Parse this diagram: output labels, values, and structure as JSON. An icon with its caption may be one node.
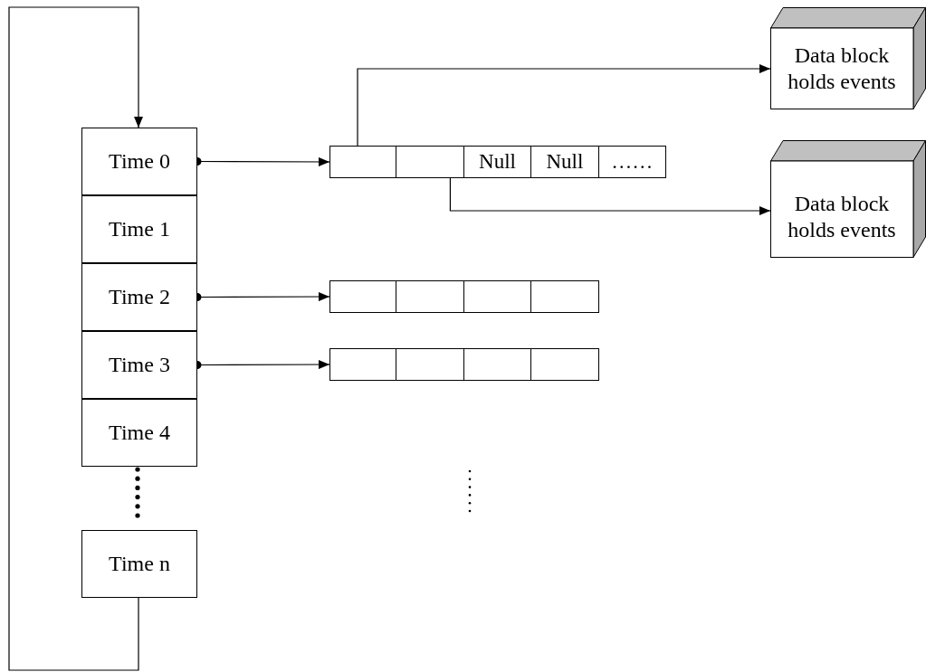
{
  "diagram": {
    "nodes": [
      {
        "text": [
          "Time 0"
        ]
      },
      {
        "text": [
          "Time 1"
        ]
      },
      {
        "text": [
          "Time 2"
        ]
      },
      {
        "text": [
          "Time 3"
        ]
      },
      {
        "text": [
          "Time 4"
        ]
      },
      {
        "text": [
          "Time n"
        ]
      },
      {
        "text": [
          "Data block holds events"
        ]
      },
      {
        "text": [],
        "shape": "box"
      },
      {
        "text": [],
        "shape": "box"
      },
      {
        "text": [
          "Null"
        ]
      },
      {
        "text": [
          "Null"
        ]
      },
      {
        "text": [
          "……"
        ]
      },
      {
        "text": [
          "Data block holds events"
        ]
      },
      {
        "text": [],
        "shape": "box"
      },
      {
        "text": [],
        "shape": "box"
      },
      {
        "text": [],
        "shape": "box"
      },
      {
        "text": [],
        "shape": "box"
      },
      {
        "text": [],
        "shape": "box"
      },
      {
        "text": [],
        "shape": "box"
      },
      {
        "text": [],
        "shape": "box"
      },
      {
        "text": [],
        "shape": "box"
      }
    ],
    "edges": [
      {
        "from": 5,
        "to": 0,
        "arrow": "to"
      },
      {
        "from": 0,
        "to": 7,
        "arrow": "to"
      },
      {
        "from": 7,
        "to": 6,
        "arrow": "to"
      },
      {
        "from": 8,
        "to": 12,
        "arrow": "to"
      },
      {
        "from": 2,
        "to": 13,
        "arrow": "to"
      },
      {
        "from": 3,
        "to": 17,
        "arrow": "to"
      }
    ]
  }
}
